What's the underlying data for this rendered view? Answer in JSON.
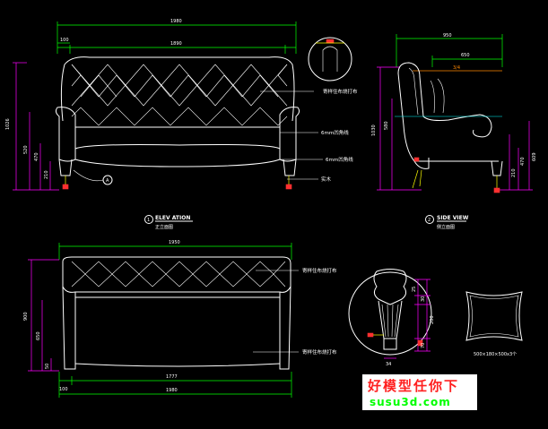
{
  "front": {
    "dim_top_outer": "1980",
    "dim_top_inner": "1890",
    "dim_left_offset": "100",
    "dim_h_total": "1026",
    "dim_h_520": "520",
    "dim_h_470": "470",
    "dim_h_210": "210",
    "note_fabric": "寄样住布烧打布",
    "note_6mm_1": "6mm凹角线",
    "note_6mm_2": "6mm凹角线",
    "note_wood": "实木",
    "callout_marker": "A",
    "view_number": "1",
    "view_title": "ELEV ATION",
    "view_subtitle": "正立面图"
  },
  "side": {
    "dim_top_outer": "950",
    "dim_top_inner": "650",
    "dim_red": "3/4",
    "dim_h_1030": "1030",
    "dim_h_580": "580",
    "dim_h_470": "470",
    "dim_h_210": "210",
    "dim_h_609": "609",
    "view_number": "2",
    "view_title": "SIDE VIEW",
    "view_subtitle": "侧立面图"
  },
  "plan": {
    "dim_top": "1950",
    "dim_h_900": "900",
    "dim_h_650": "650",
    "dim_h_50": "50",
    "dim_bottom_inner": "1777",
    "dim_bottom_outer": "1980",
    "dim_left_offset": "100",
    "note_fabric_1": "寄样住布烧打布",
    "note_fabric_2": "寄样住布烧打布"
  },
  "detail": {
    "dim_25": "25",
    "dim_30": "30",
    "dim_200": "200",
    "dim_70": "70",
    "dim_34": "34"
  },
  "pillow": {
    "label": "500×180×500x3个"
  },
  "watermark": {
    "line1": "好模型任你下",
    "line2": "susu3d.com"
  }
}
